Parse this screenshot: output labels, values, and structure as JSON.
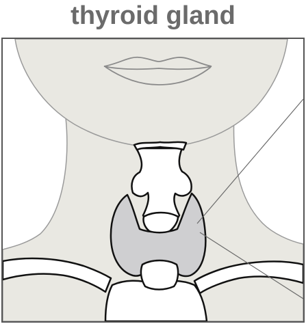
{
  "title": "thyroid gland",
  "colors": {
    "title": "#6b6b6b",
    "skin": "#e9e8e2",
    "skin_outline": "#9a9a9a",
    "gland": "#cfcfd1",
    "bone": "#ffffff",
    "outline": "#111111",
    "frame": "#555555",
    "pointer_line": "#6a6a6a"
  },
  "parts": [
    "face",
    "lips",
    "neck",
    "larynx",
    "trachea",
    "thyroid-gland",
    "clavicles",
    "sternum"
  ]
}
